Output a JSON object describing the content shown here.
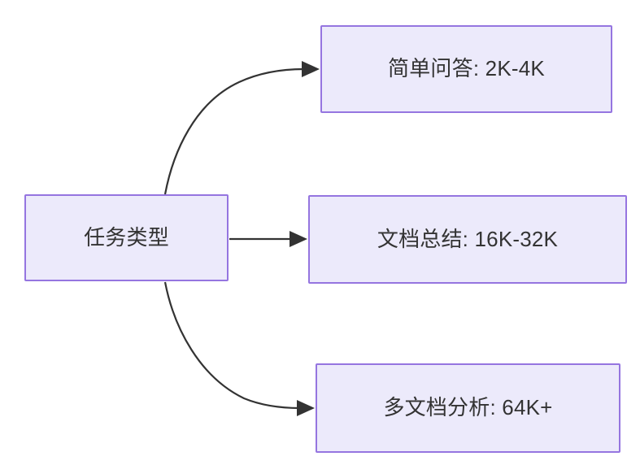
{
  "diagram": {
    "type": "flowchart",
    "direction": "left-to-right",
    "background_color": "#FFFFFF",
    "node_fill_color": "#ECEAFB",
    "node_border_color": "#9575E0",
    "node_text_color": "#333333",
    "edge_color": "#333333",
    "nodes": [
      {
        "id": "source",
        "label": "任务类型",
        "role": "root"
      },
      {
        "id": "simple-qa",
        "label": "简单问答: 2K-4K",
        "role": "leaf"
      },
      {
        "id": "doc-summary",
        "label": "文档总结: 16K-32K",
        "role": "leaf"
      },
      {
        "id": "multi-doc",
        "label": "多文档分析: 64K+",
        "role": "leaf"
      }
    ],
    "edges": [
      {
        "id": "edge-to-simple-qa",
        "from": "source",
        "to": "simple-qa",
        "style": "curved",
        "arrow": "solid-triangle"
      },
      {
        "id": "edge-to-doc-summary",
        "from": "source",
        "to": "doc-summary",
        "style": "straight",
        "arrow": "solid-triangle"
      },
      {
        "id": "edge-to-multi-doc",
        "from": "source",
        "to": "multi-doc",
        "style": "curved",
        "arrow": "solid-triangle"
      }
    ]
  }
}
